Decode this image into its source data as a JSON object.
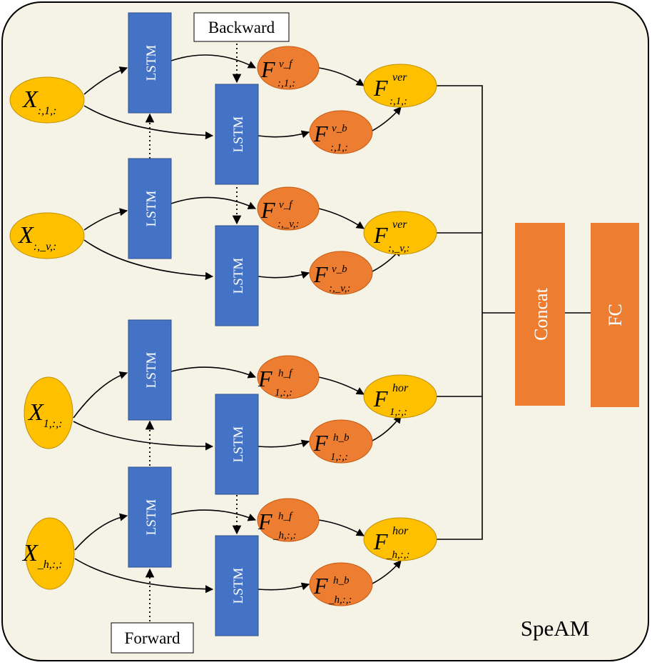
{
  "colors": {
    "background": "#f5f2e6",
    "lstm": "#4472c4",
    "input_node": "#ffc000",
    "feature_node": "#ed7d31",
    "block": "#ed7d31"
  },
  "labels": {
    "backward": "Backward",
    "forward": "Forward",
    "concat": "Concat",
    "fc": "FC",
    "module": "SpeAM",
    "lstm": "LSTM"
  },
  "inputs": {
    "x_v1": {
      "base": "X",
      "sub": ":,1,:"
    },
    "x_vv": {
      "base": "X",
      "sub": ":,_v,:"
    },
    "x_h1": {
      "base": "X",
      "sub": "1,:,:"
    },
    "x_hh": {
      "base": "X",
      "sub": "_h,:,:"
    }
  },
  "features": {
    "f_v1_f": {
      "base": "F",
      "sup": "v_f",
      "sub": ":,1,:"
    },
    "f_v1_b": {
      "base": "F",
      "sup": "v_b",
      "sub": ":,1,:"
    },
    "f_vv_f": {
      "base": "F",
      "sup": "v_f",
      "sub": ":,_v,:"
    },
    "f_vv_b": {
      "base": "F",
      "sup": "v_b",
      "sub": ":,_v,:"
    },
    "f_h1_f": {
      "base": "F",
      "sup": "h_f",
      "sub": "1,:,:"
    },
    "f_h1_b": {
      "base": "F",
      "sup": "h_b",
      "sub": "1,:,:"
    },
    "f_hh_f": {
      "base": "F",
      "sup": "h_f",
      "sub": "_h,:,:"
    },
    "f_hh_b": {
      "base": "F",
      "sup": "h_b",
      "sub": "_h,:,:"
    }
  },
  "merged": {
    "f_ver_1": {
      "base": "F",
      "sup": "ver",
      "sub": ":,1,:"
    },
    "f_ver_v": {
      "base": "F",
      "sup": "ver",
      "sub": ":,_v,:"
    },
    "f_hor_1": {
      "base": "F",
      "sup": "hor",
      "sub": "1,:,:"
    },
    "f_hor_h": {
      "base": "F",
      "sup": "hor",
      "sub": "_h,:,:"
    }
  }
}
